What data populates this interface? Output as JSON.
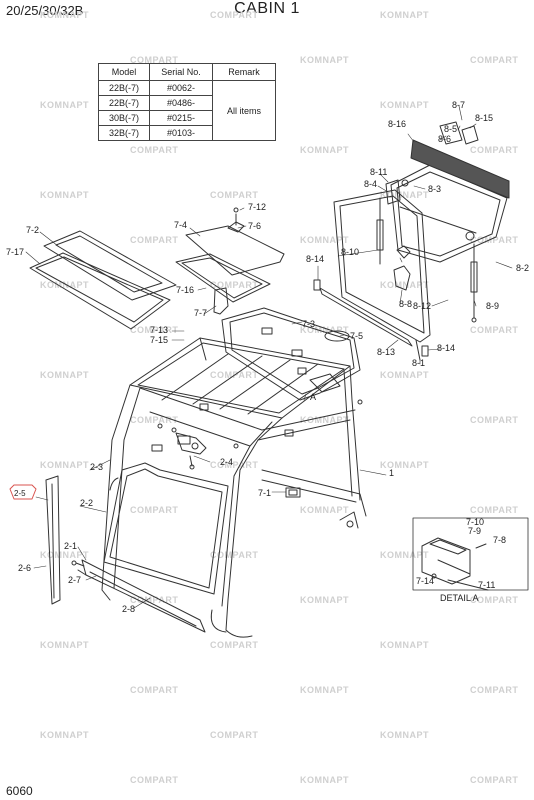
{
  "header": {
    "model_code": "20/25/30/32B",
    "title": "CABIN 1"
  },
  "page_number": "6060",
  "model_table": {
    "headers": [
      "Model",
      "Serial No.",
      "Remark"
    ],
    "rows": [
      {
        "model": "22B(-7)",
        "serial": "#0062-"
      },
      {
        "model": "22B(-7)",
        "serial": "#0486-"
      },
      {
        "model": "30B(-7)",
        "serial": "#0215-"
      },
      {
        "model": "32B(-7)",
        "serial": "#0103-"
      }
    ],
    "remark": "All items"
  },
  "part_labels": [
    "1",
    "2-1",
    "2-2",
    "2-3",
    "2-4",
    "2-5",
    "2-6",
    "2-7",
    "2-8",
    "7-1",
    "7-2",
    "7-3",
    "7-4",
    "7-5",
    "7-6",
    "7-7",
    "7-8",
    "7-9",
    "7-10",
    "7-11",
    "7-12",
    "7-13",
    "7-14",
    "7-15",
    "7-16",
    "7-17",
    "8-1",
    "8-2",
    "8-3",
    "8-4",
    "8-5",
    "8-6",
    "8-7",
    "8-8",
    "8-9",
    "8-10",
    "8-11",
    "8-12",
    "8-13",
    "8-14",
    "8-15",
    "8-16",
    "A"
  ],
  "detail_label": "DETAIL A",
  "watermark": {
    "text_a": "KOMNAPT",
    "text_b": "COMPART",
    "color": "#cfcfcf"
  },
  "colors": {
    "line": "#333333",
    "highlight": "#d9534f"
  }
}
